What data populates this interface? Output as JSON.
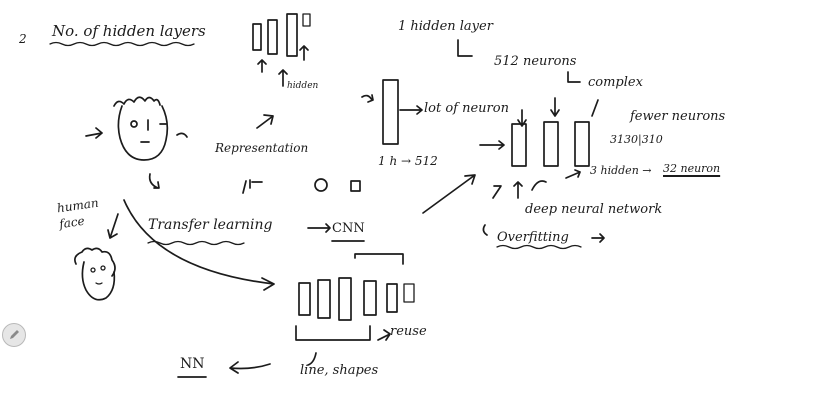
{
  "notes": {
    "item_number": "2",
    "heading": "No. of hidden layers",
    "hidden_label": "hidden",
    "one_hidden_layer": "1 hidden layer",
    "neurons_512": "512 neurons",
    "complex": "complex",
    "lot_of_neurons": "lot of neuron",
    "h_512": "1 h → 512",
    "fewer_neurons": "fewer neurons",
    "sizes": "3130|310",
    "hidden_32": "3 hidden →",
    "neuron_32": "32 neuron",
    "representation": "Representation",
    "deep_nn": "deep neural network",
    "overfitting": "Overfitting",
    "human_face": "human face",
    "transfer_learning": "Transfer learning",
    "cnn": "CNN",
    "reuse": "reuse",
    "nn": "NN",
    "line_shapes": "line, shapes"
  },
  "toolbar": {
    "pen_icon": "pencil-icon"
  }
}
